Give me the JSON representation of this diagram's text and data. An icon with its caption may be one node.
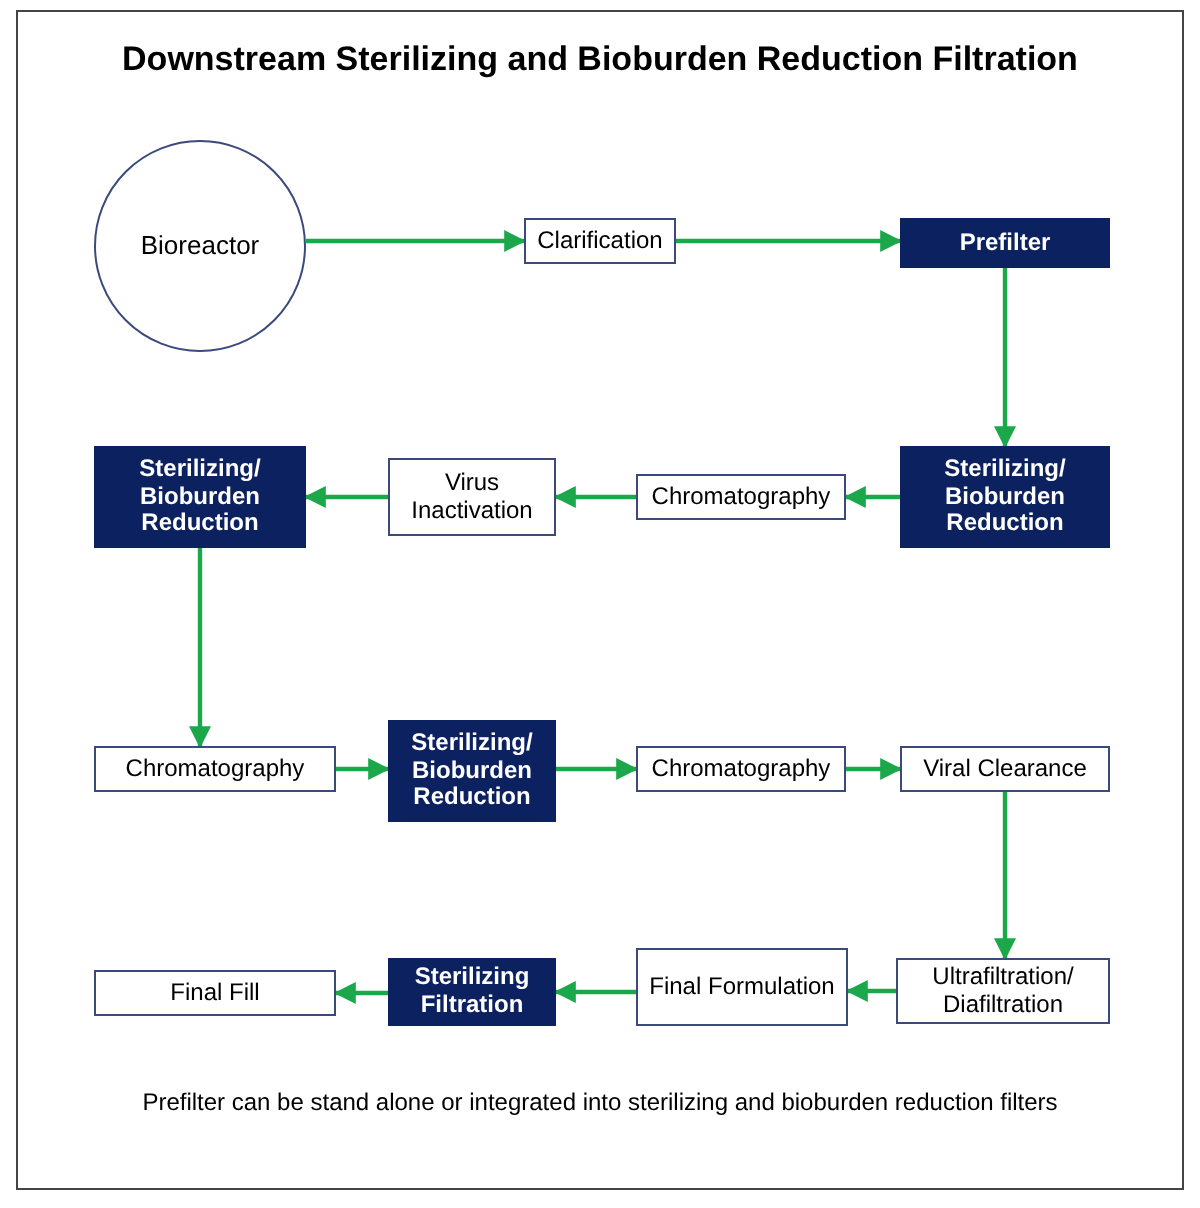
{
  "diagram": {
    "title": "Downstream Sterilizing and Bioburden Reduction Filtration",
    "nodes": [
      {
        "text": [
          "Bioreactor"
        ]
      },
      {
        "text": [
          "Clarification"
        ]
      },
      {
        "text": [
          "Prefilter"
        ]
      },
      {
        "text": [
          "Sterilizing/ Bioburden Reduction"
        ]
      },
      {
        "text": [
          "Chromatography"
        ]
      },
      {
        "text": [
          "Virus Inactivation"
        ]
      },
      {
        "text": [
          "Sterilizing/ Bioburden Reduction"
        ]
      },
      {
        "text": [
          "Chromatography"
        ]
      },
      {
        "text": [
          "Sterilizing/ Bioburden Reduction"
        ]
      },
      {
        "text": [
          "Chromatography"
        ]
      },
      {
        "text": [
          "Viral Clearance"
        ]
      },
      {
        "text": [
          "Ultrafiltration/ Diafiltration"
        ]
      },
      {
        "text": [
          "Final Formulation"
        ]
      },
      {
        "text": [
          "Sterilizing Filtration"
        ]
      },
      {
        "text": [
          "Final Fill"
        ]
      }
    ],
    "edges": [
      {
        "from": 0,
        "to": 1,
        "arrow": "to"
      },
      {
        "from": 1,
        "to": 2,
        "arrow": "to"
      },
      {
        "from": 2,
        "to": 3,
        "arrow": "to"
      },
      {
        "from": 3,
        "to": 4,
        "arrow": "to"
      },
      {
        "from": 4,
        "to": 5,
        "arrow": "to"
      },
      {
        "from": 5,
        "to": 6,
        "arrow": "to"
      },
      {
        "from": 6,
        "to": 7,
        "arrow": "to"
      },
      {
        "from": 7,
        "to": 8,
        "arrow": "to"
      },
      {
        "from": 8,
        "to": 9,
        "arrow": "to"
      },
      {
        "from": 9,
        "to": 10,
        "arrow": "to"
      },
      {
        "from": 10,
        "to": 11,
        "arrow": "to"
      },
      {
        "from": 11,
        "to": 12,
        "arrow": "to"
      },
      {
        "from": 12,
        "to": 13,
        "arrow": "to"
      },
      {
        "from": 13,
        "to": 14,
        "arrow": "to"
      }
    ],
    "labels": [
      "Prefilter can be stand alone or integrated into sterilizing and bioburden reduction filters"
    ]
  }
}
